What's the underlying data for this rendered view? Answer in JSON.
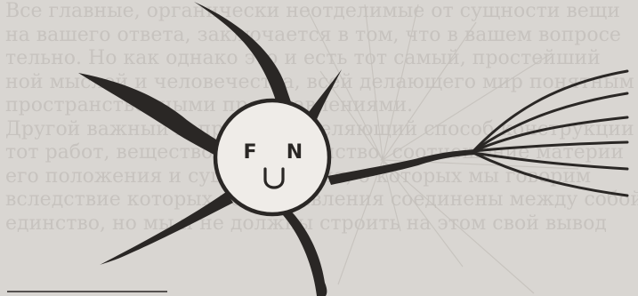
{
  "bleed_through": {
    "lines": [
      "Все главные, органически неотделимые от сущности вещи",
      "на вашего ответа, заключается в том, что в вашем вопросе",
      "тельно. Но как однако это и есть тот самый, простейший",
      "ной мыслей и человечества, всей делающего мир понятным",
      "пространственными представлениями.",
      "Другой важный вопрос, определяющий способ конструкции",
      "тот работ, вещество и пространство, соотношение материи",
      "его положения и существования, о которых мы говорим",
      "вследствие которых вещи и явления соединены между собой",
      "единство, но мы и не должны строить на этом свой вывод"
    ]
  },
  "neuron": {
    "label_left": "F",
    "label_right": "N",
    "mouth_glyph": "U"
  }
}
